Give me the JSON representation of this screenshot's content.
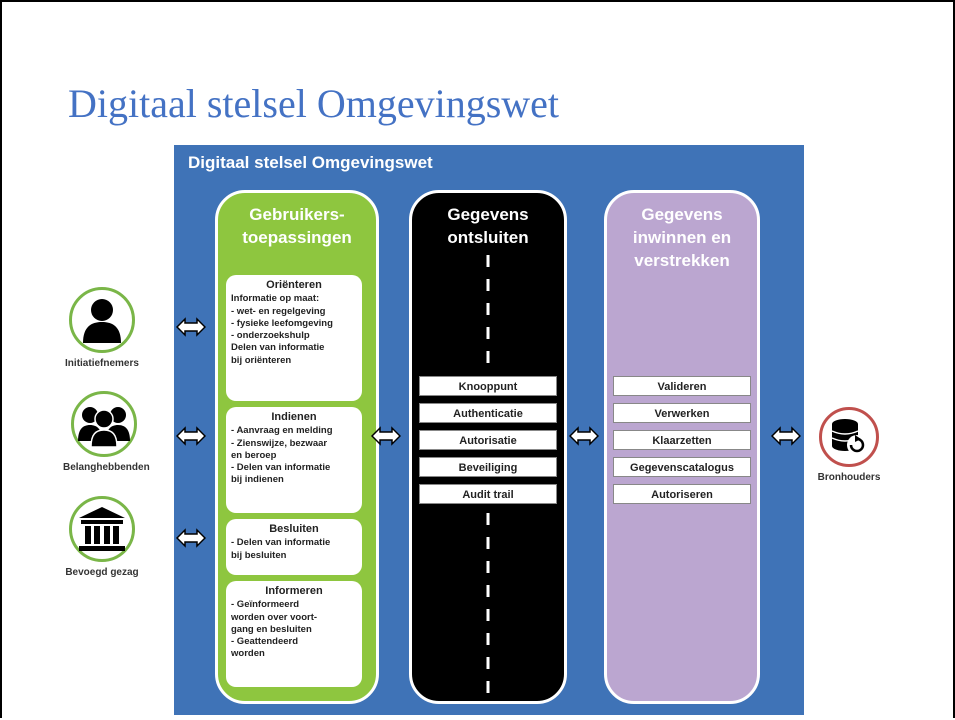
{
  "slide": {
    "title": "Digitaal stelsel Omgevingswet"
  },
  "panel": {
    "title": "Digitaal stelsel Omgevingswet"
  },
  "actors": [
    {
      "label": "Initiatiefnemers",
      "icon": "person-icon"
    },
    {
      "label": "Belanghebbenden",
      "icon": "group-icon"
    },
    {
      "label": "Bevoegd gezag",
      "icon": "government-building-icon"
    }
  ],
  "source": {
    "label": "Bronhouders",
    "icon": "database-sync-icon"
  },
  "columns": {
    "green": {
      "heading": [
        "Gebruikers-",
        "toepassingen"
      ]
    },
    "black": {
      "heading": [
        "Gegevens",
        "ontsluiten"
      ],
      "items": [
        "Knooppunt",
        "Authenticatie",
        "Autorisatie",
        "Beveiliging",
        "Audit trail"
      ]
    },
    "purple": {
      "heading": [
        "Gegevens",
        "inwinnen en",
        "verstrekken"
      ],
      "items": [
        "Valideren",
        "Verwerken",
        "Klaarzetten",
        "Gegevenscatalogus",
        "Autoriseren"
      ]
    }
  },
  "green_boxes": [
    {
      "title": "Oriënteren",
      "lines": [
        "Informatie op maat:",
        "- wet- en regelgeving",
        "- fysieke leefomgeving",
        "- onderzoekshulp",
        "Delen van informatie",
        "bij oriënteren"
      ]
    },
    {
      "title": "Indienen",
      "lines": [
        "- Aanvraag en melding",
        "- Zienswijze, bezwaar",
        "en beroep",
        "- Delen van informatie",
        "bij indienen"
      ]
    },
    {
      "title": "Besluiten",
      "lines": [
        "- Delen van informatie",
        "bij besluiten"
      ]
    },
    {
      "title": "Informeren",
      "lines": [
        "- Geïnformeerd",
        "worden over voort-",
        "gang en besluiten",
        "- Geattendeerd",
        "worden"
      ]
    }
  ],
  "colors": {
    "title": "#4472c4",
    "panel": "#3f73b7",
    "green": "#8ec63f",
    "purple": "#bba6d0",
    "black": "#000000",
    "source_ring": "#c0504d",
    "actor_ring": "#7ab648"
  }
}
